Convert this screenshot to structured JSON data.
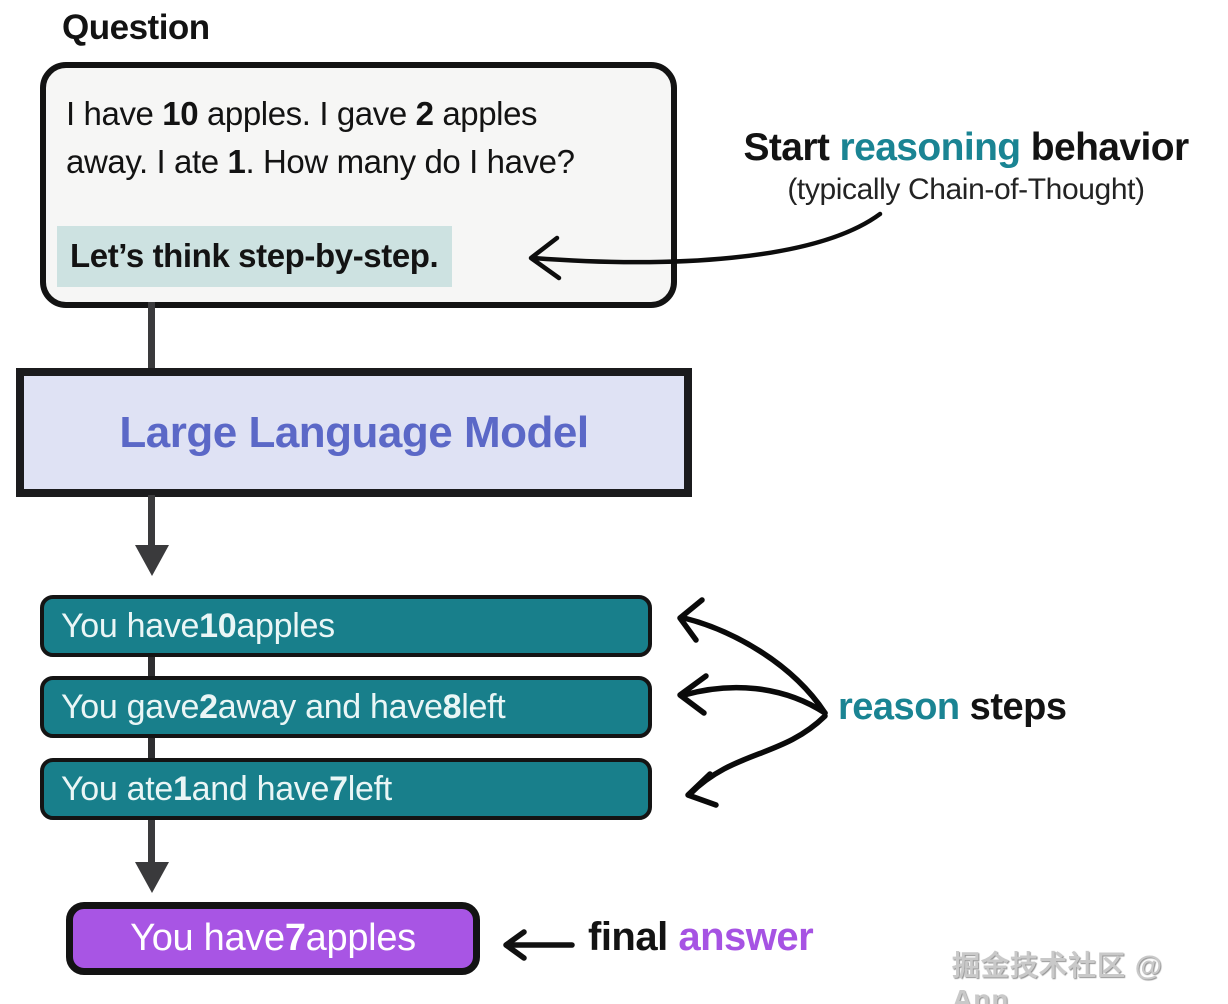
{
  "page": {
    "heading": "Question"
  },
  "question_box": {
    "text_segments": [
      {
        "t": "I have "
      },
      {
        "t": "10",
        "b": true
      },
      {
        "t": " apples. I gave "
      },
      {
        "t": "2",
        "b": true
      },
      {
        "t": " apples"
      },
      {
        "br": true
      },
      {
        "t": "away. I ate "
      },
      {
        "t": "1",
        "b": true
      },
      {
        "t": ". How many do I have?"
      }
    ],
    "prompt_segments": [
      {
        "t": "Let’s think step-by-step.",
        "b": true
      }
    ]
  },
  "annotation": {
    "line1_segments": [
      {
        "t": "Start "
      },
      {
        "t": "reasoning",
        "c": "teal_accent"
      },
      {
        "t": " behavior"
      }
    ],
    "line2": "(typically Chain-of-Thought)"
  },
  "llm_box": {
    "label": "Large Language Model"
  },
  "steps": [
    {
      "segments": [
        {
          "t": "You have "
        },
        {
          "t": "10",
          "b": true
        },
        {
          "t": " apples"
        }
      ]
    },
    {
      "segments": [
        {
          "t": "You gave "
        },
        {
          "t": "2",
          "b": true
        },
        {
          "t": " away and have "
        },
        {
          "t": "8",
          "b": true
        },
        {
          "t": " left"
        }
      ]
    },
    {
      "segments": [
        {
          "t": "You ate "
        },
        {
          "t": "1",
          "b": true
        },
        {
          "t": " and have "
        },
        {
          "t": "7",
          "b": true
        },
        {
          "t": " left"
        }
      ]
    }
  ],
  "reason_label_segments": [
    {
      "t": "reason",
      "c": "teal_accent",
      "b": true
    },
    {
      "t": " steps",
      "b": true
    }
  ],
  "final_box_segments": [
    {
      "t": "You have "
    },
    {
      "t": "7",
      "b": true
    },
    {
      "t": " apples"
    }
  ],
  "final_label_segments": [
    {
      "t": "final ",
      "b": true
    },
    {
      "t": "answer",
      "c": "purple_accent",
      "b": true
    }
  ],
  "watermark": "掘金技术社区 @ Ann_",
  "icons": {
    "annotation_arrow": "curved-left-arrow",
    "fan_arrows": "three-curved-left-arrows",
    "down_arrow": "straight-down-arrow",
    "final_arrow": "straight-left-arrow"
  },
  "colors": {
    "ink": "#131313",
    "arrow_gray": "#3a3a3c",
    "teal_accent": "#1a8493",
    "teal_box": "#187f8b",
    "teal_box_text": "#eaf6f6",
    "highlight": "#cde2e1",
    "lavender": "#dfe2f4",
    "llm_text": "#5b68c7",
    "purple_box": "#a855e4",
    "purple_accent": "#a653e3",
    "question_box_bg": "#f6f6f5",
    "watermark_gray": "#c9c9c9"
  }
}
